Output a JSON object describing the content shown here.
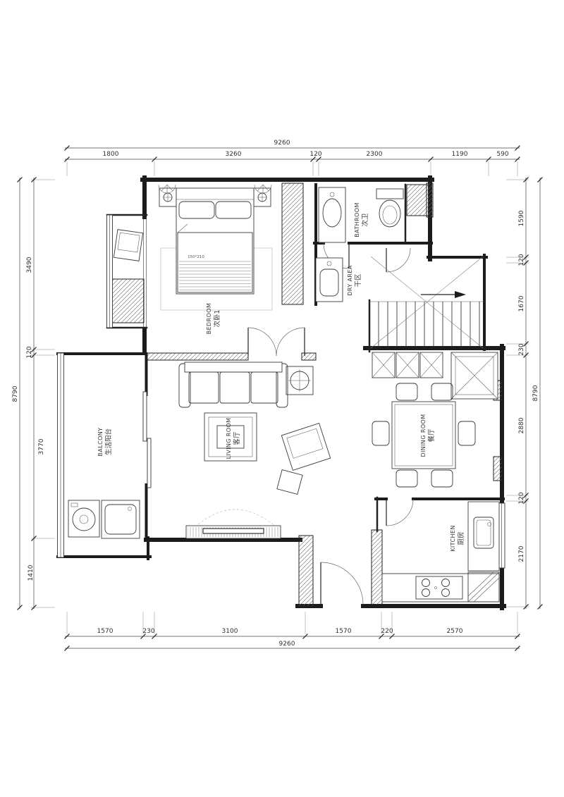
{
  "rooms": {
    "bedroom": {
      "en": "BEDROOM",
      "zh": "次卧1"
    },
    "bathroom": {
      "en": "BATHROOM",
      "zh": "次卫"
    },
    "dry_area": {
      "en": "DRY AREA",
      "zh": "干区"
    },
    "living": {
      "en": "LIVING ROOM",
      "zh": "客厅"
    },
    "dining": {
      "en": "DINING ROOM",
      "zh": "餐厅"
    },
    "kitchen": {
      "en": "KITCHEN",
      "zh": "厨房"
    },
    "balcony": {
      "en": "BALCONY",
      "zh": "生活阳台"
    }
  },
  "annotations": {
    "bed_size": "150*210"
  },
  "dims": {
    "top_total": "9260",
    "top": [
      "1800",
      "3260",
      "120",
      "2300",
      "1190",
      "590"
    ],
    "bottom": [
      "1570",
      "230",
      "3100",
      "1570",
      "220",
      "2570"
    ],
    "bottom_total": "9260",
    "left": [
      "3490",
      "120",
      "3770",
      "1410"
    ],
    "left_total": "8790",
    "right": [
      "1590",
      "120",
      "1670",
      "230",
      "2880",
      "120",
      "2170"
    ],
    "right_total": "8790"
  },
  "colors": {
    "wall": "#1c1c1c",
    "dim_text": "#2e2e2e",
    "label": "#3c3c3c"
  }
}
